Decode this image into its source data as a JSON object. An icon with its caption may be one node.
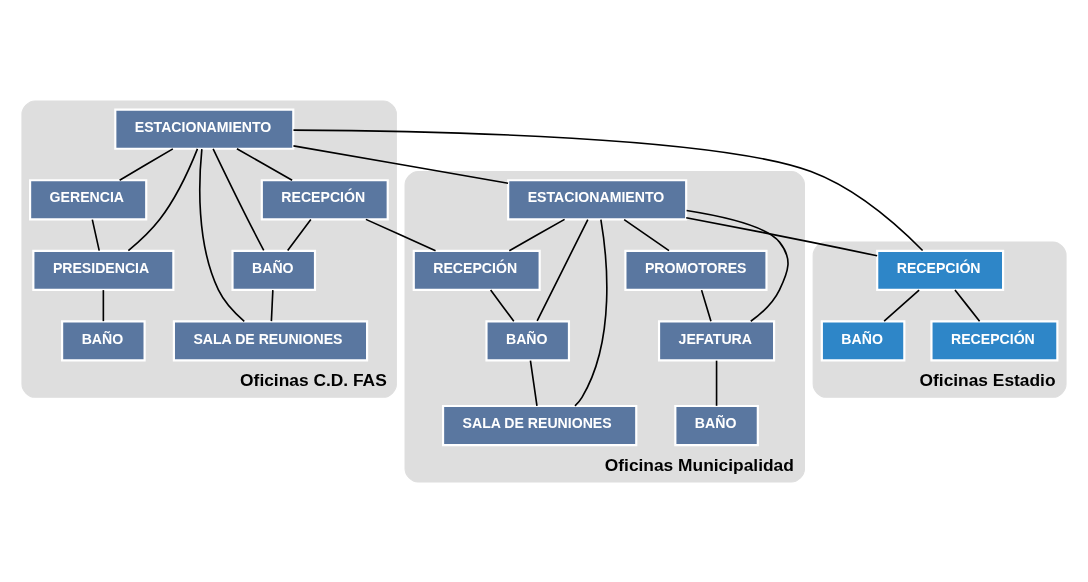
{
  "diagram": {
    "nodes": [
      {
        "text": [
          "Oficinas C.D. FAS"
        ]
      },
      {
        "text": [
          "ESTACIONAMIENTO"
        ],
        "in": 0
      },
      {
        "text": [
          "RECEPCIÓN"
        ],
        "in": 0
      },
      {
        "text": [
          "GERENCIA"
        ],
        "in": 0
      },
      {
        "text": [
          "BAÑO"
        ],
        "in": 0
      },
      {
        "text": [
          "PRESIDENCIA"
        ],
        "in": 0
      },
      {
        "text": [
          "SALA DE REUNIONES"
        ],
        "in": 0
      },
      {
        "text": [
          "BAÑO"
        ],
        "in": 0
      },
      {
        "text": [
          "Oficinas Municipalidad"
        ]
      },
      {
        "text": [
          "ESTACIONAMIENTO"
        ],
        "in": 8
      },
      {
        "text": [
          "RECEPCIÓN"
        ],
        "in": 8
      },
      {
        "text": [
          "PROMOTORES"
        ],
        "in": 8
      },
      {
        "text": [
          "BAÑO"
        ],
        "in": 8
      },
      {
        "text": [
          "JEFATURA"
        ],
        "in": 8
      },
      {
        "text": [
          "SALA DE REUNIONES"
        ],
        "in": 8
      },
      {
        "text": [
          "BAÑO"
        ],
        "in": 8
      },
      {
        "text": [
          "Oficinas Estadio"
        ]
      },
      {
        "text": [
          "RECEPCIÓN"
        ],
        "in": 16
      },
      {
        "text": [
          "RECEPCIÓN"
        ],
        "in": 16
      },
      {
        "text": [
          "BAÑO"
        ],
        "in": 16
      }
    ],
    "edges": [
      {
        "from": 1,
        "to": 2,
        "arrow": "none"
      },
      {
        "from": 1,
        "to": 3,
        "arrow": "none"
      },
      {
        "from": 1,
        "to": 4,
        "arrow": "none"
      },
      {
        "from": 1,
        "to": 5,
        "arrow": "none"
      },
      {
        "from": 1,
        "to": 6,
        "arrow": "none"
      },
      {
        "from": 2,
        "to": 4,
        "arrow": "none"
      },
      {
        "from": 4,
        "to": 6,
        "arrow": "none"
      },
      {
        "from": 3,
        "to": 5,
        "arrow": "none"
      },
      {
        "from": 5,
        "to": 7,
        "arrow": "none"
      },
      {
        "from": 9,
        "to": 10,
        "arrow": "none"
      },
      {
        "from": 9,
        "to": 11,
        "arrow": "none"
      },
      {
        "from": 9,
        "to": 12,
        "arrow": "none"
      },
      {
        "from": 9,
        "to": 13,
        "arrow": "none"
      },
      {
        "from": 9,
        "to": 14,
        "arrow": "none"
      },
      {
        "from": 10,
        "to": 12,
        "arrow": "none"
      },
      {
        "from": 12,
        "to": 14,
        "arrow": "none"
      },
      {
        "from": 11,
        "to": 13,
        "arrow": "none"
      },
      {
        "from": 13,
        "to": 15,
        "arrow": "none"
      },
      {
        "from": 1,
        "to": 9,
        "arrow": "none"
      },
      {
        "from": 2,
        "to": 10,
        "arrow": "none"
      },
      {
        "from": 1,
        "to": 17,
        "arrow": "none"
      },
      {
        "from": 9,
        "to": 17,
        "arrow": "none"
      },
      {
        "from": 17,
        "to": 18,
        "arrow": "none"
      },
      {
        "from": 17,
        "to": 19,
        "arrow": "none"
      }
    ]
  }
}
